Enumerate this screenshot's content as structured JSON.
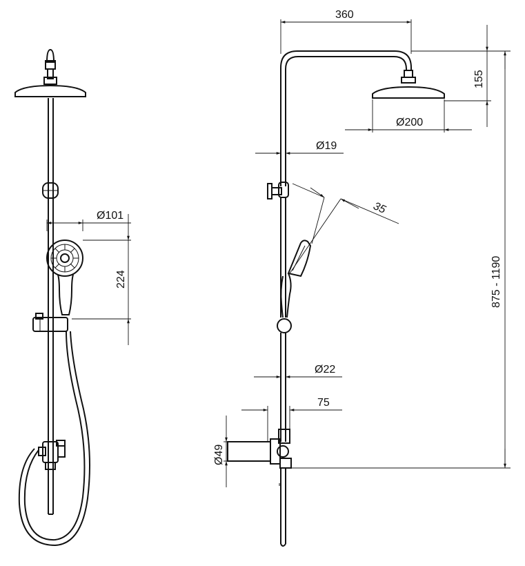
{
  "dimensions": {
    "width": "360",
    "drop": "155",
    "head_diameter": "Ø200",
    "pipe_diameter": "Ø19",
    "angle": "35",
    "lower_pipe_diameter": "Ø22",
    "mixer_offset": "75",
    "mixer_diameter": "Ø49",
    "height_range": "875 - 1190",
    "hand_diameter": "Ø101",
    "hand_length": "224"
  }
}
